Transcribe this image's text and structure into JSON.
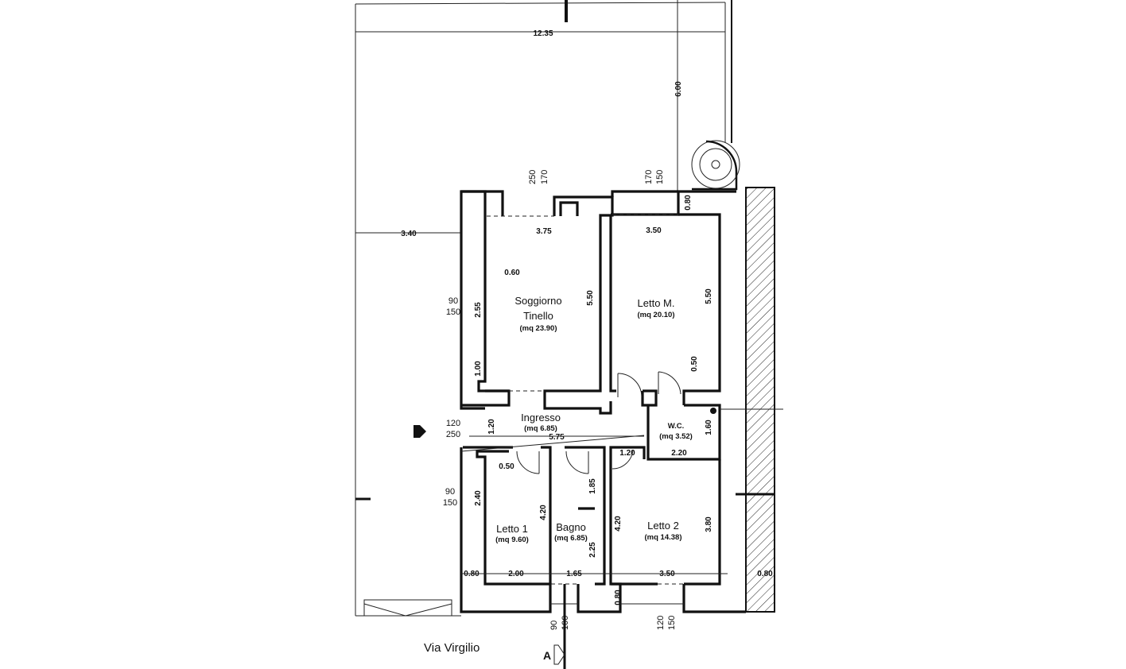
{
  "rooms": {
    "soggiorno": {
      "name1": "Soggiorno",
      "name2": "Tinello",
      "area": "(mq 23.90)"
    },
    "letto_m": {
      "name": "Letto M.",
      "area": "(mq 20.10)"
    },
    "ingresso": {
      "name": "Ingresso",
      "area": "(mq 6.85)"
    },
    "wc": {
      "name": "W.C.",
      "area": "(mq 3.52)"
    },
    "letto1": {
      "name": "Letto 1",
      "area": "(mq 9.60)"
    },
    "bagno": {
      "name": "Bagno",
      "area": "(mq 6.85)"
    },
    "letto2": {
      "name": "Letto 2",
      "area": "(mq 14.38)"
    }
  },
  "dimensions": {
    "lot_width": "12.35",
    "yard_depth": "6.00",
    "left_setback": "3.40",
    "soggiorno_w": "3.75",
    "soggiorno_h": "5.50",
    "soggiorno_recess": "0.60",
    "soggiorno_win": "2.55",
    "soggiorno_pier": "1.00",
    "lettom_w": "3.50",
    "lettom_h": "5.50",
    "lettom_door": "0.50",
    "top_wall": "0.80",
    "ingresso_h": "1.20",
    "ingresso_w": "5.75",
    "wc_w": "2.20",
    "wc_h": "1.60",
    "hall_w": "1.20",
    "letto1_recess": "0.50",
    "letto1_win": "2.40",
    "letto1_h": "4.20",
    "letto1_w": "2.00",
    "left_wall": "0.80",
    "bagno_w": "1.65",
    "bagno_top": "1.85",
    "bagno_bottom": "2.25",
    "letto2_left_h": "4.20",
    "letto2_h": "3.80",
    "letto2_w": "3.50",
    "right_wall": "0.80",
    "bottom_wall": "0.80"
  },
  "windows": {
    "soggiorno_top": {
      "w": "170",
      "h": "250"
    },
    "lettom_top": {
      "w": "170",
      "h": "150"
    },
    "soggiorno_left": {
      "w": "90",
      "h": "150"
    },
    "ingresso_left": {
      "w": "120",
      "h": "250"
    },
    "letto1_left": {
      "w": "90",
      "h": "150"
    },
    "bagno_bottom": {
      "w": "90",
      "h": "100"
    },
    "letto2_bottom": {
      "w": "120",
      "h": "150"
    }
  },
  "street": "Via Virgilio",
  "section_marker": "A"
}
